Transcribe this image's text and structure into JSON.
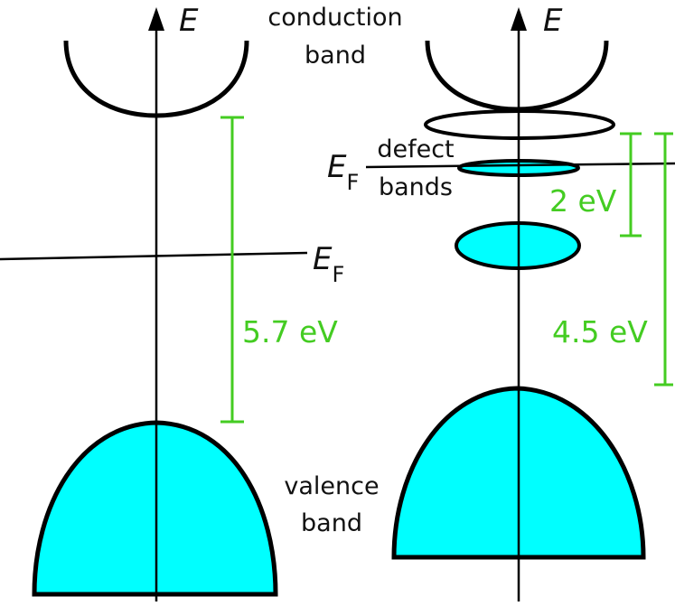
{
  "labels": {
    "energy_axis_left": "E",
    "energy_axis_right": "E",
    "conduction_line1": "conduction",
    "conduction_line2": "band",
    "fermi_left_main": "E",
    "fermi_left_sub": "F",
    "fermi_right_main": "E",
    "fermi_right_sub": "F",
    "defect_line1": "defect",
    "defect_line2": "bands",
    "gap_left": "5.7 eV",
    "gap_right_small": "2 eV",
    "gap_right_large": "4.5 eV",
    "valence_line1": "valence",
    "valence_line2": "band"
  },
  "colors": {
    "band_fill": "#00ffff",
    "outline": "#000000",
    "gap_marker": "#44cc22"
  }
}
